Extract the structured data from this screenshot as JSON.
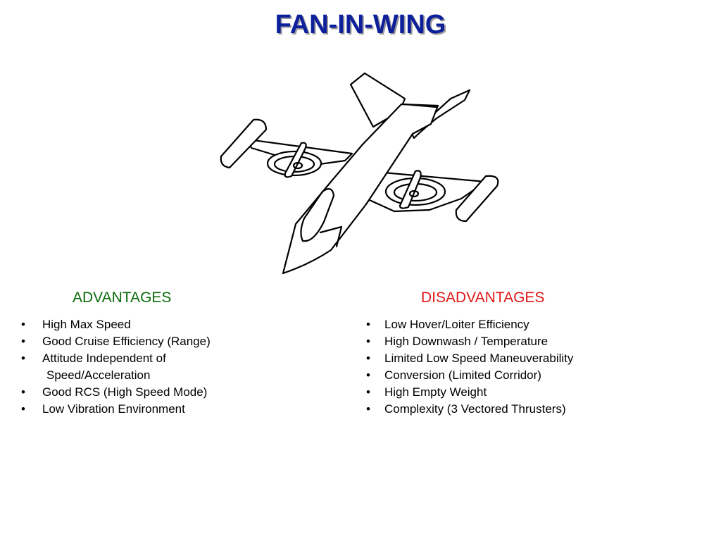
{
  "slide": {
    "title": "FAN-IN-WING"
  },
  "advantages": {
    "heading": "ADVANTAGES",
    "items": [
      {
        "text": "High Max Speed"
      },
      {
        "text": "Good Cruise Efficiency (Range)"
      },
      {
        "text": "Attitude Independent of",
        "continuation": "Speed/Acceleration"
      },
      {
        "text": "Good RCS (High Speed Mode)"
      },
      {
        "text": "Low Vibration Environment"
      }
    ]
  },
  "disadvantages": {
    "heading": "DISADVANTAGES",
    "items": [
      {
        "text": "Low Hover/Loiter Efficiency"
      },
      {
        "text": "High Downwash / Temperature"
      },
      {
        "text": "Limited Low Speed Maneuverability"
      },
      {
        "text": "Conversion (Limited Corridor)"
      },
      {
        "text": "High Empty Weight"
      },
      {
        "text": "Complexity  (3 Vectored Thrusters)"
      }
    ]
  },
  "colors": {
    "title": "#0d1f9a",
    "advantages_heading": "#0a6b0a",
    "disadvantages_heading": "#e01818"
  },
  "bullet_glyph": "•"
}
